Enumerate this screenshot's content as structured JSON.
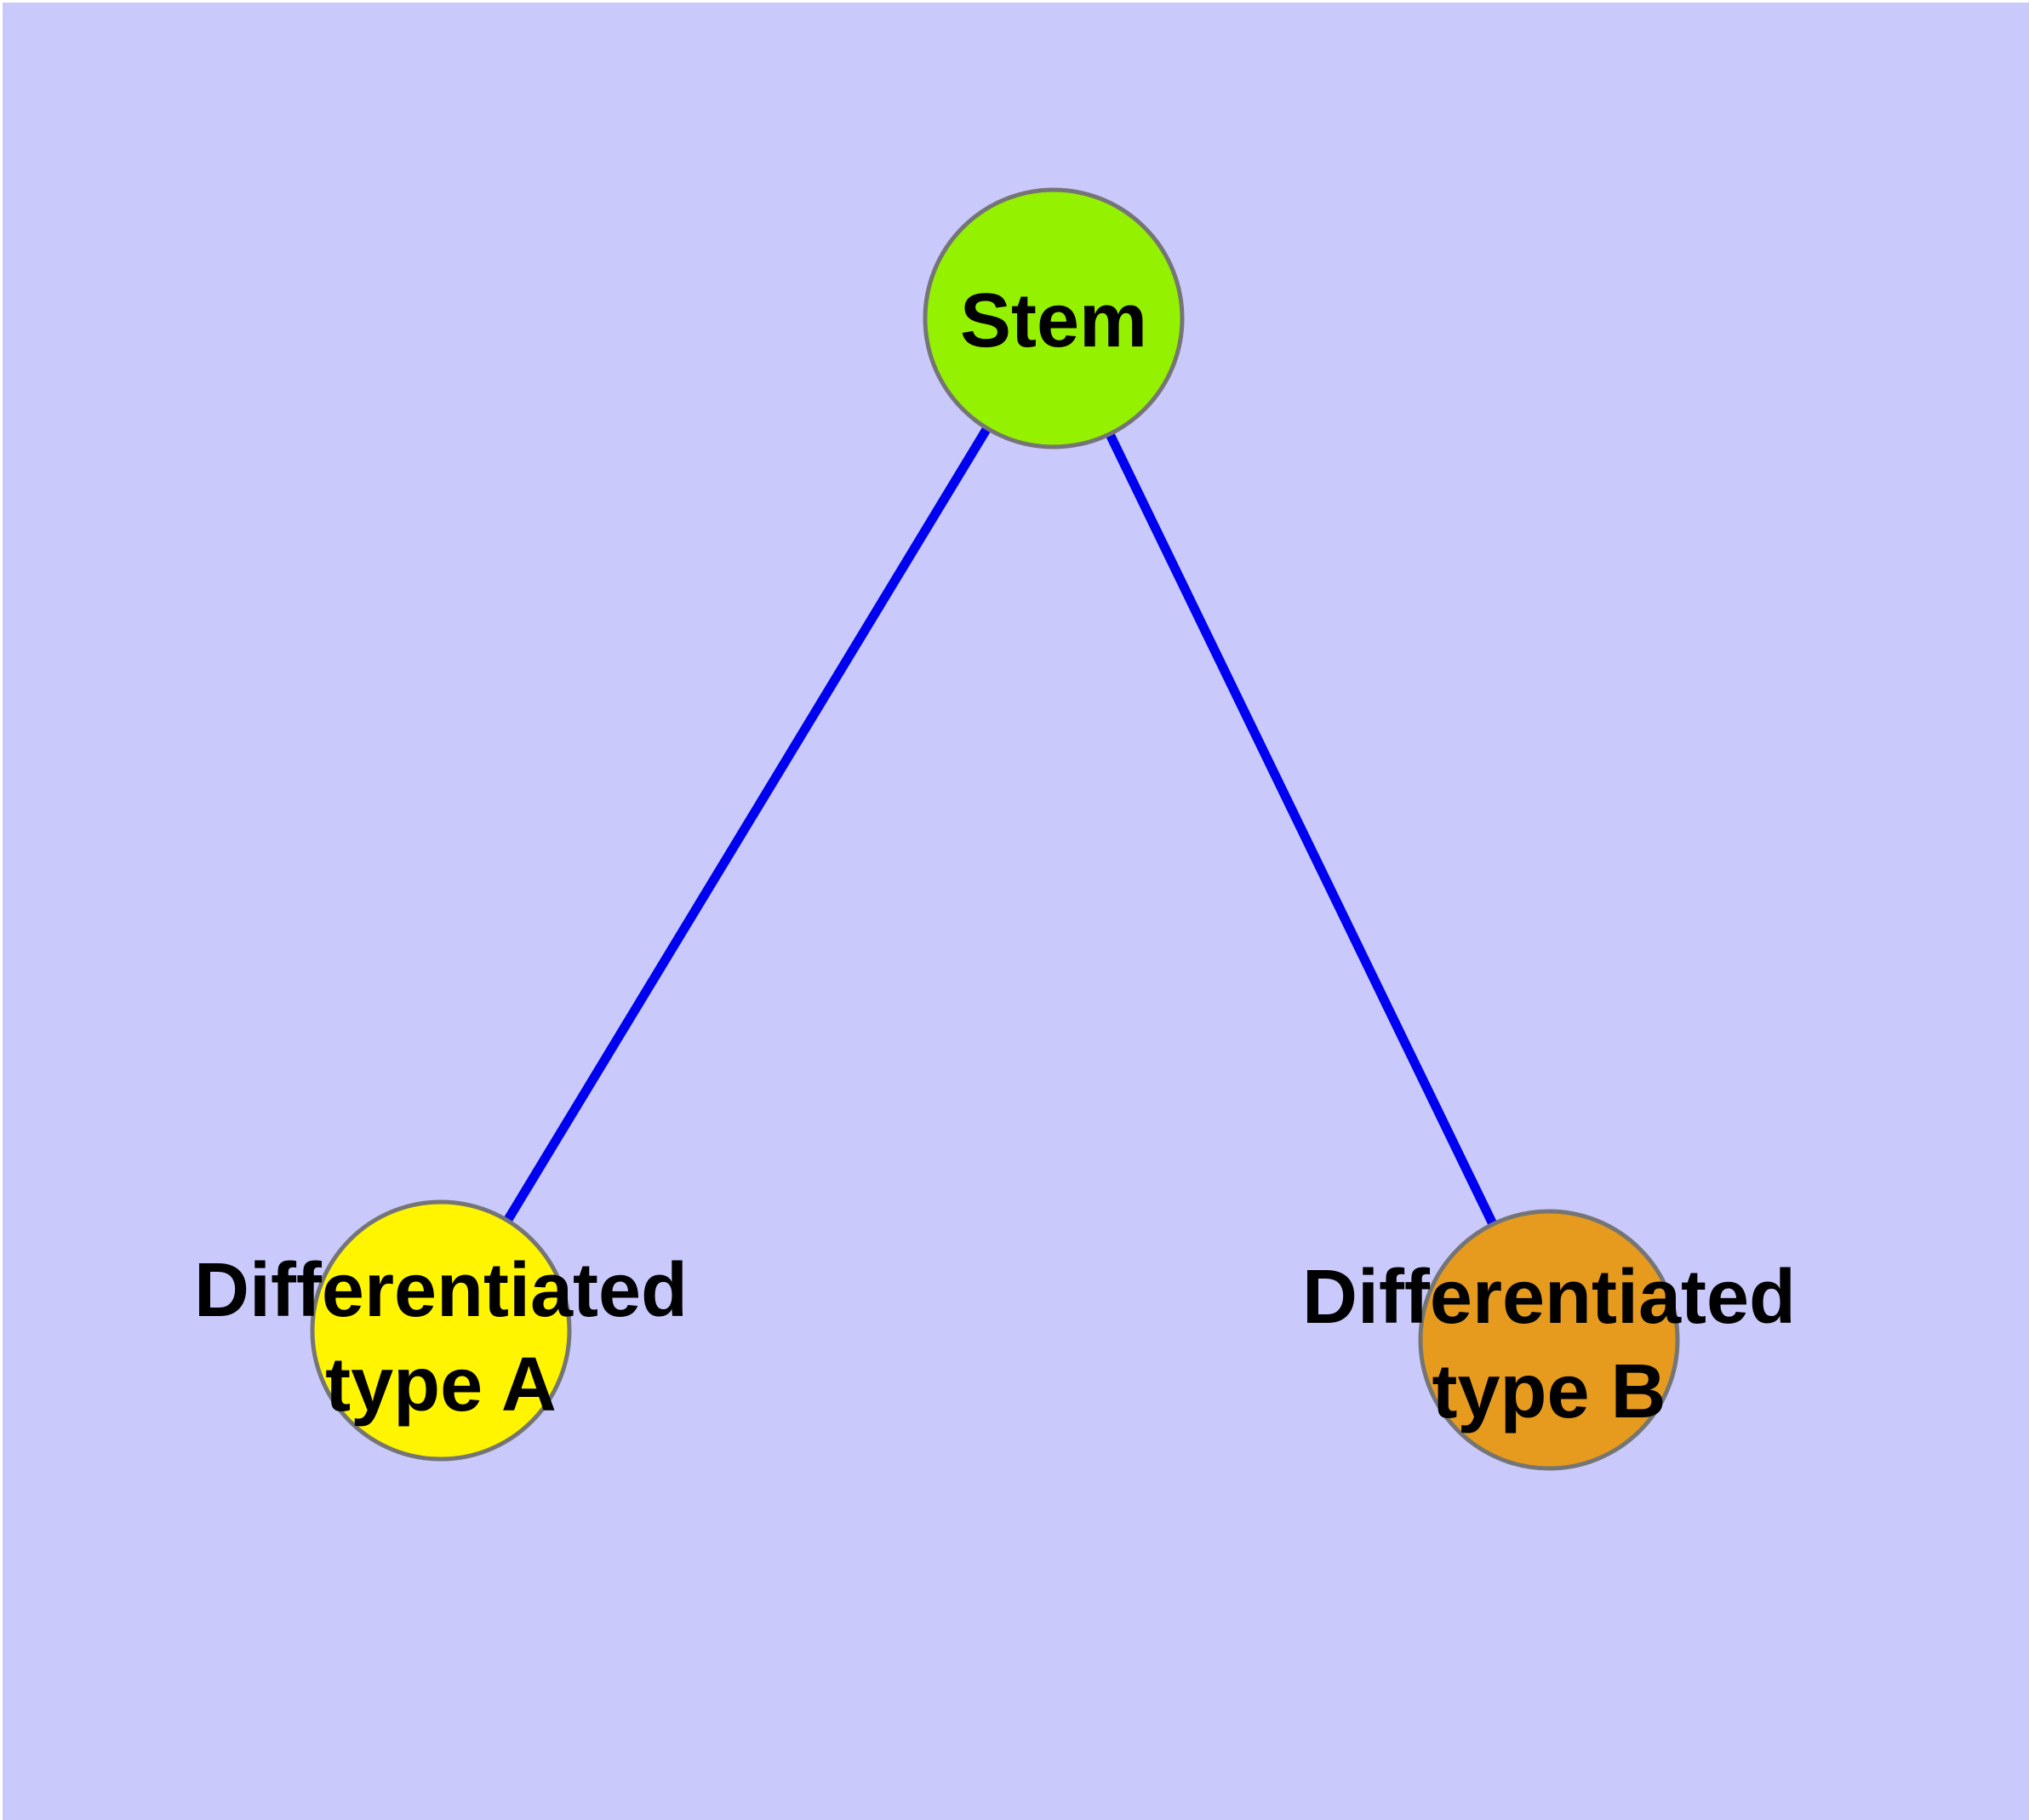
{
  "diagram": {
    "type": "graph",
    "description": "Cell differentiation tree: a Stem node connected by two edges to two differentiated cell type nodes",
    "background_color": "#C9CAFB",
    "page_border_color": "#FFFFFF",
    "text_color": "#000000",
    "node_border_color": "#757575",
    "edge_color": "#0000F0",
    "nodes": {
      "stem": {
        "label": "Stem",
        "fill": "#94F200"
      },
      "type_a": {
        "label": "Differentiated type A",
        "line1": "Differentiated",
        "line2": "type A",
        "fill": "#FFF500"
      },
      "type_b": {
        "label": "Differentiated type B",
        "line1": "Differentiated",
        "line2": "type B",
        "fill": "#E69B1E"
      }
    },
    "edges": [
      {
        "from": "Stem",
        "to": "Differentiated type A"
      },
      {
        "from": "Stem",
        "to": "Differentiated type B"
      }
    ]
  }
}
